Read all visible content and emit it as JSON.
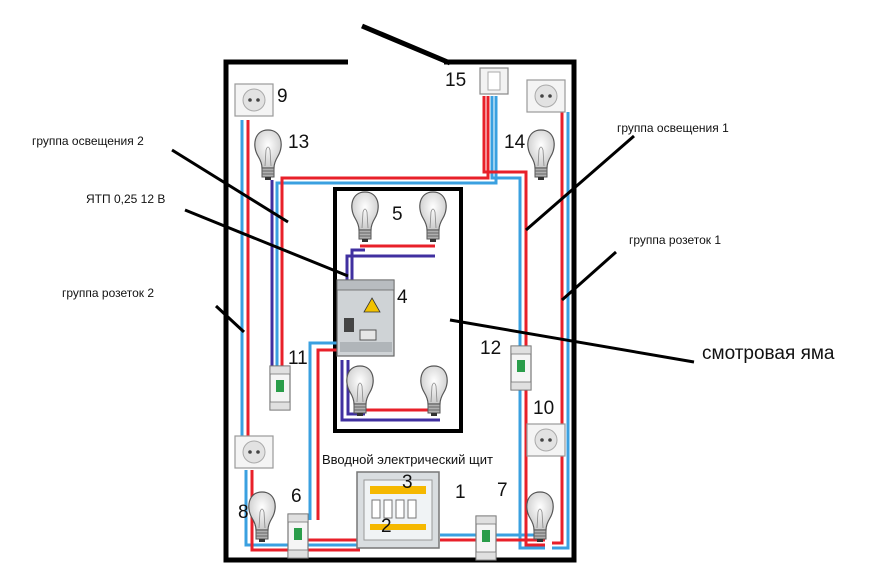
{
  "labels": {
    "lighting_group_2": "группа освещения 2",
    "ytp": "ЯТП 0,25 12 В",
    "sockets_group_2": "группа розеток 2",
    "lighting_group_1": "группа освещения 1",
    "sockets_group_1": "группа розеток 1",
    "inspection_pit": "смотровая яма",
    "input_panel": "Вводной электрический щит"
  },
  "numbers": {
    "n1": "1",
    "n2": "2",
    "n3": "3",
    "n4": "4",
    "n5": "5",
    "n6": "6",
    "n7": "7",
    "n8": "8",
    "n9": "9",
    "n10": "10",
    "n11": "11",
    "n12": "12",
    "n13": "13",
    "n14": "14",
    "n15": "15"
  },
  "colors": {
    "wall": "#000000",
    "phase_wire": "#e8202a",
    "neutral_wire": "#3aa0e0",
    "low_voltage_wire": "#4030a0"
  },
  "icons": [
    "socket-icon",
    "lamp-icon",
    "breaker-icon",
    "switch-icon",
    "panel-icon",
    "transformer-icon"
  ]
}
